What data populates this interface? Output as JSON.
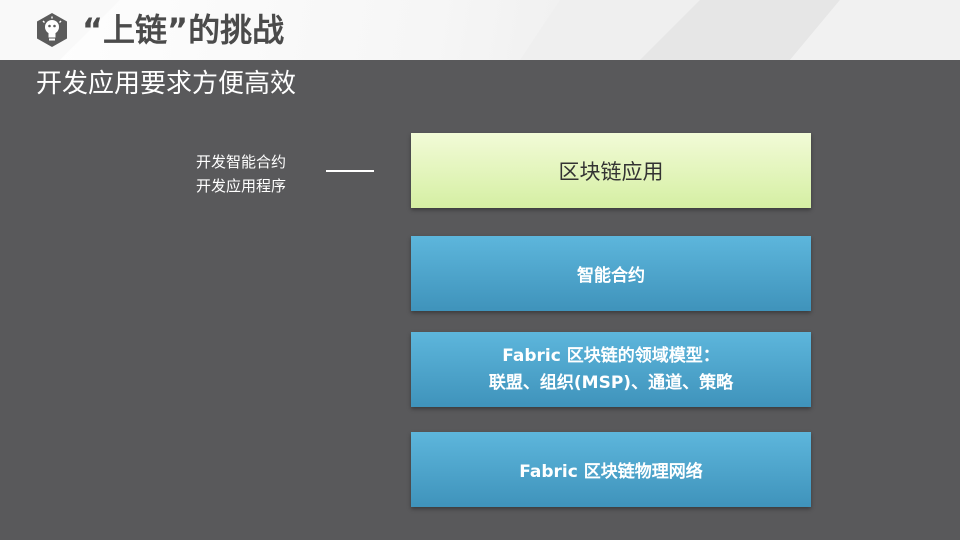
{
  "header": {
    "title": "“上链”的挑战",
    "logo_icon": "lightbulb-icon"
  },
  "subtitle": "开发应用要求方便高效",
  "side_label": {
    "line1": "开发智能合约",
    "line2": "开发应用程序"
  },
  "layers": {
    "app": "区块链应用",
    "contract": "智能合约",
    "domain_line1": "Fabric 区块链的领域模型：",
    "domain_line2": "联盟、组织(MSP)、通道、策略",
    "network": "Fabric 区块链物理网络"
  },
  "colors": {
    "background": "#59595b",
    "app_layer": "#e4f5bd",
    "blue_layer": "#4ea6cf",
    "title_text": "#4b4b4b"
  }
}
